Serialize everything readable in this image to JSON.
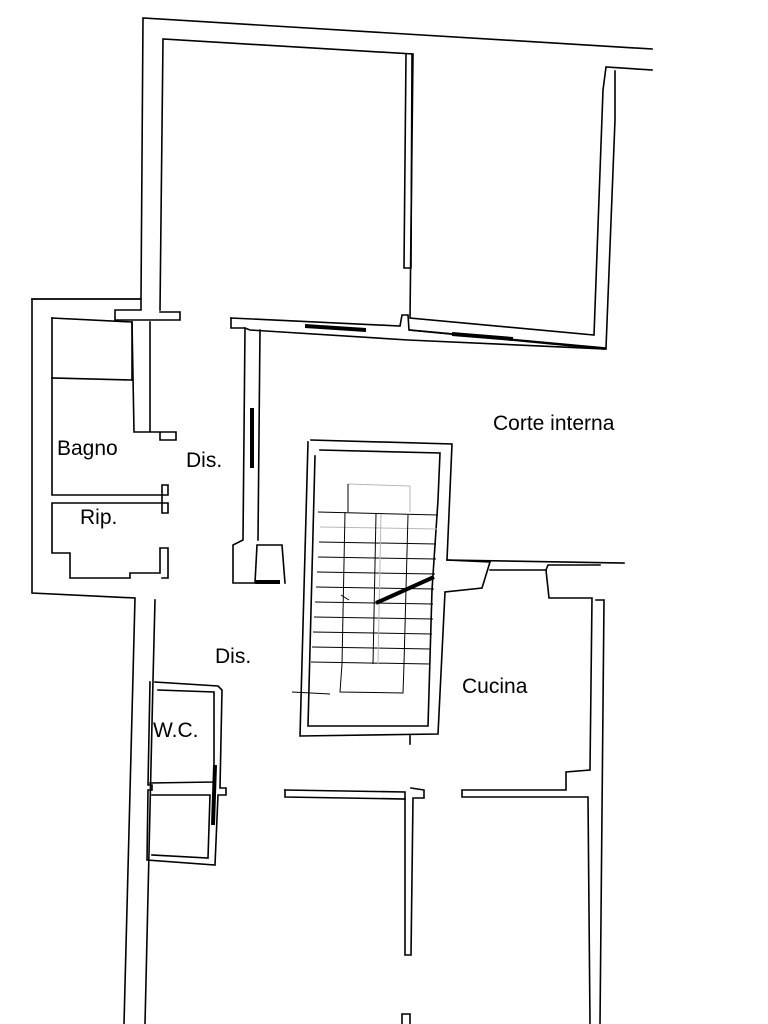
{
  "labels": {
    "bagno": "Bagno",
    "dis_upper": "Dis.",
    "rip": "Rip.",
    "dis_lower": "Dis.",
    "wc": "W.C.",
    "corte_interna": "Corte interna",
    "cucina": "Cucina"
  }
}
